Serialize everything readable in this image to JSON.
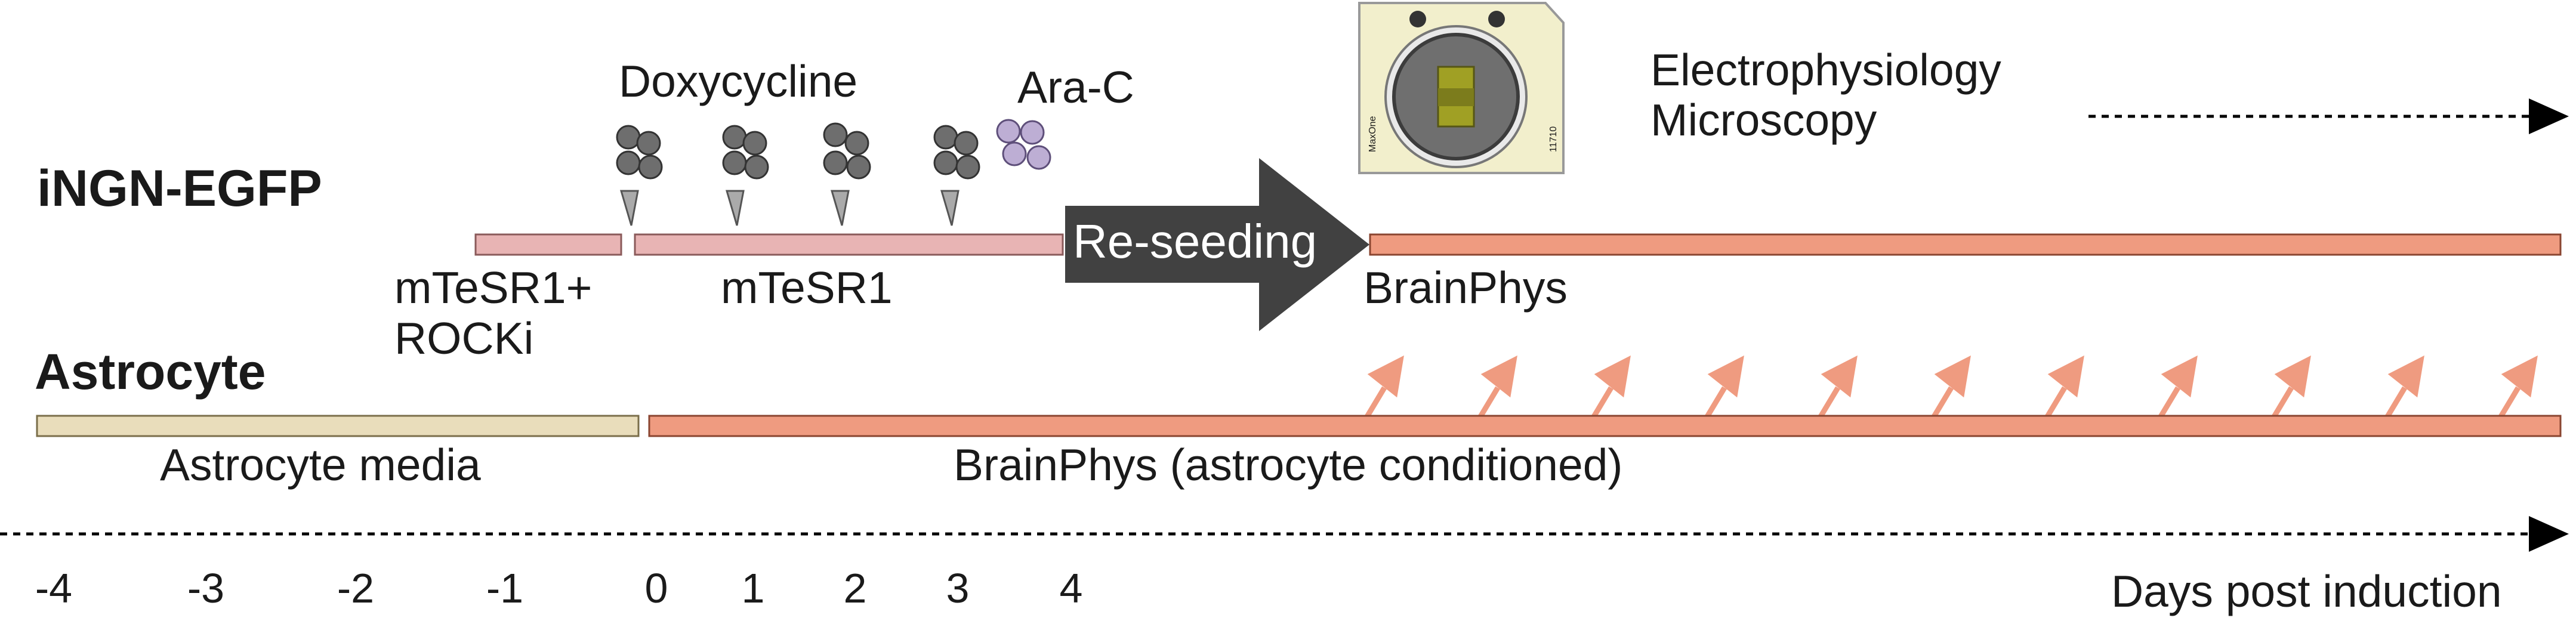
{
  "rows": {
    "ingn": "iNGN-EGFP",
    "astro": "Astrocyte"
  },
  "treatments": {
    "dox": "Doxycycline",
    "arac": "Ara-C"
  },
  "media": {
    "mtesr_rocki_1": "mTeSR1+",
    "mtesr_rocki_2": "ROCKi",
    "mtesr": "mTeSR1",
    "brainphys": "BrainPhys",
    "astro_media": "Astrocyte media",
    "brainphys_cond": "BrainPhys (astrocyte conditioned)"
  },
  "reseeding": "Re-seeding",
  "readouts": {
    "ephys": "Electrophysiology",
    "micro": "Microscopy"
  },
  "mea": {
    "brand": "MaxOne",
    "serial": "11710"
  },
  "axis": {
    "ticks": [
      "-4",
      "-3",
      "-2",
      "-1",
      "0",
      "1",
      "2",
      "3",
      "4"
    ],
    "label": "Days post induction"
  },
  "colors": {
    "mtesr_bar": "#e8b4b4",
    "brainphys_bar": "#ef9b80",
    "astro_bar": "#e9ddbb",
    "arrow_dark": "#414141",
    "dox_circle": "#6e6e6e",
    "arac_circle": "#bdaed4",
    "transfer_arrow": "#ef9b80"
  }
}
